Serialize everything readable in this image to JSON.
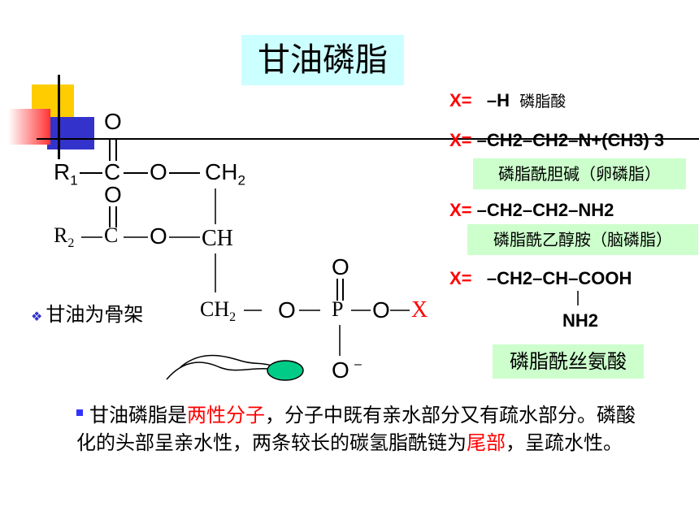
{
  "title": "甘油磷脂",
  "structure": {
    "r1": "R",
    "r1_sub": "1",
    "r2": "R",
    "r2_sub": "2",
    "c": "C",
    "o": "O",
    "ch2": "CH",
    "ch2_sub": "2",
    "ch": "CH",
    "p": "P",
    "x": "X",
    "minus": "–"
  },
  "backbone_note": "甘油为骨架",
  "x_variants": [
    {
      "prefix": "X=",
      "formula": "–H",
      "name": "磷脂酸"
    },
    {
      "prefix": "X=",
      "formula": "–CH2–CH2–N+(CH3) 3",
      "name": "磷脂酰胆碱（卵磷脂）"
    },
    {
      "prefix": "X=",
      "formula": "–CH2–CH2–NH2",
      "name": "磷脂酰乙醇胺（脑磷脂）"
    },
    {
      "prefix": "X=",
      "formula": "–CH2–CH–COOH",
      "sub_formula": "NH2",
      "name": "磷脂酰丝氨酸"
    }
  ],
  "description": {
    "part1": "甘油磷脂是",
    "highlight1": "两性分子",
    "part2": "，分子中既有亲水部分又有疏水部分。磷酸化的头部呈亲水性，两条较长的碳氢脂酰链为",
    "highlight2": "尾部",
    "part3": "，呈疏水性。"
  },
  "colors": {
    "title_bg": "#ccffff",
    "label_bg": "#ccffcc",
    "accent_red": "#ff0000",
    "head_oval": "#00cc88"
  }
}
